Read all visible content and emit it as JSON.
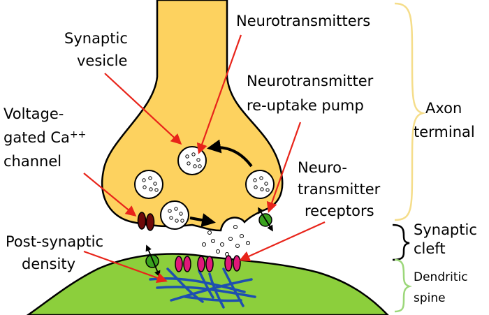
{
  "labels": {
    "synaptic_vesicle": [
      "Synaptic",
      "vesicle"
    ],
    "neurotransmitters": "Neurotransmitters",
    "reuptake_pump": [
      "Neurotransmitter",
      "re-uptake pump"
    ],
    "voltage_gated": [
      "Voltage-",
      "gated Ca",
      "channel"
    ],
    "ca_charge": "++",
    "nt_receptors": [
      "Neuro-",
      "transmitter",
      "receptors"
    ],
    "post_synaptic_density": [
      "Post-synaptic",
      "density"
    ],
    "axon_terminal": [
      "Axon",
      "terminal"
    ],
    "synaptic_cleft": [
      "Synaptic",
      "cleft"
    ],
    "dendritic_spine": [
      "Dendritic",
      "spine"
    ]
  },
  "colors": {
    "axon_fill": "#fdd25f",
    "dendrite_fill": "#8ccf3c",
    "channel": "#6e0a0a",
    "receptor": "#e0187a",
    "pump": "#3aa21e",
    "arrow": "#e8241a",
    "cytoskeleton": "#1e4fb0",
    "brace_axon": "#f5dd8a",
    "brace_spine": "#9cd77a"
  }
}
